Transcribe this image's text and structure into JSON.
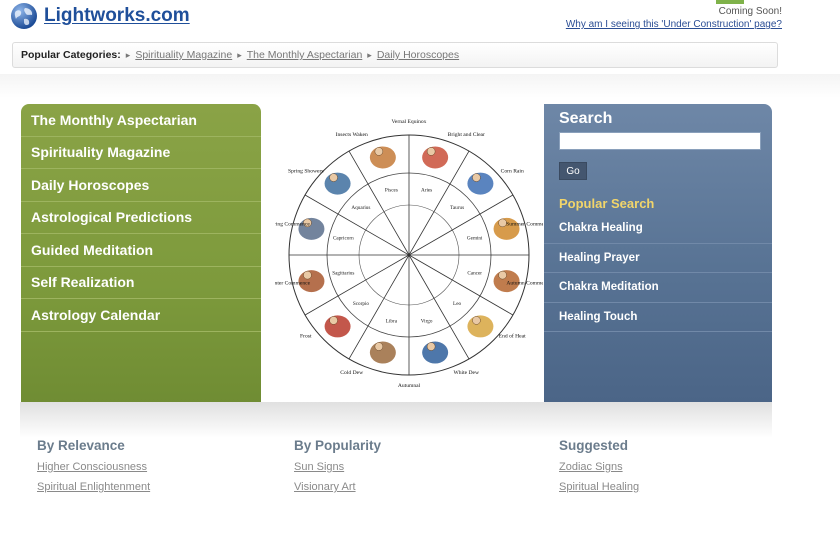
{
  "header": {
    "logo_text": "Lightworks.com",
    "coming_soon": "Coming Soon!",
    "why_link": "Why am I seeing this 'Under Construction' page?"
  },
  "breadcrumb": {
    "label": "Popular Categories:",
    "separator": "▸",
    "links": [
      "Spirituality Magazine",
      "The Monthly Aspectarian",
      "Daily Horoscopes"
    ]
  },
  "menu": {
    "items": [
      "The Monthly Aspectarian",
      "Spirituality Magazine",
      "Daily Horoscopes",
      "Astrological Predictions",
      "Guided Meditation",
      "Self Realization",
      "Astrology Calendar"
    ]
  },
  "search": {
    "title": "Search",
    "input_value": "",
    "go_label": "Go",
    "popular_title": "Popular Search",
    "popular_items": [
      "Chakra Healing",
      "Healing Prayer",
      "Chakra Meditation",
      "Healing Touch"
    ]
  },
  "wheel": {
    "signs": [
      "Aries",
      "Taurus",
      "Gemini",
      "Cancer",
      "Leo",
      "Virgo",
      "Libra",
      "Scorpio",
      "Sagittarius",
      "Capricorn",
      "Aquarius",
      "Pisces"
    ],
    "outer_labels": [
      "Vernal Equinox",
      "Bright and Clear",
      "Corn Rain",
      "Summer Commence",
      "Autumn Commence",
      "End of Heat",
      "White Dew",
      "Autumnal",
      "Cold Dew",
      "Frost",
      "Winter Commence",
      "Spring Commence",
      "Spring Showers",
      "Insects Waken"
    ]
  },
  "columns": [
    {
      "title": "By Relevance",
      "links": [
        "Higher Consciousness",
        "Spiritual Enlightenment"
      ]
    },
    {
      "title": "By Popularity",
      "links": [
        "Sun Signs",
        "Visionary Art"
      ]
    },
    {
      "title": "Suggested",
      "links": [
        "Zodiac Signs",
        "Spiritual Healing"
      ]
    }
  ],
  "colors": {
    "menu_green": "#7d9a3c",
    "search_blue": "#587394",
    "popular_gold": "#f2d56a",
    "logo_blue": "#1f4f9a"
  }
}
